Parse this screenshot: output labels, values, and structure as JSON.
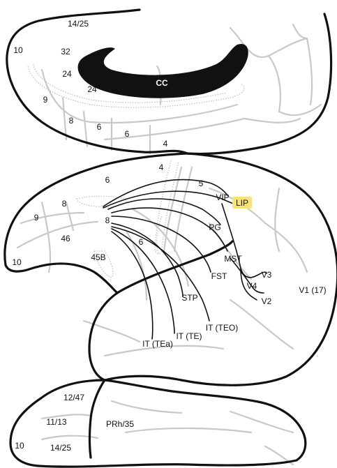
{
  "colors": {
    "outline": "#111111",
    "sulcus": "#c8c8c8",
    "corpus_callosum": "#111111",
    "highlight": "#f7e27c"
  },
  "medial_view": {
    "cc_label": "CC",
    "areas": [
      "14/25",
      "10",
      "32",
      "24",
      "24",
      "9",
      "8",
      "6",
      "6",
      "4"
    ]
  },
  "lateral_view": {
    "areas": [
      "4",
      "6",
      "5",
      "8",
      "9",
      "8",
      "46",
      "10",
      "6",
      "45B",
      "V1 (17)"
    ],
    "targets": [
      "VIP",
      "LIP",
      "PG",
      "MST",
      "FST",
      "STP",
      "IT (TEO)",
      "IT (TE)",
      "IT (TEa)",
      "V3",
      "V4",
      "V2"
    ],
    "highlighted_area": "LIP"
  },
  "orbital_view": {
    "areas": [
      "12/47",
      "11/13",
      "PRh/35",
      "10",
      "14/25"
    ]
  }
}
